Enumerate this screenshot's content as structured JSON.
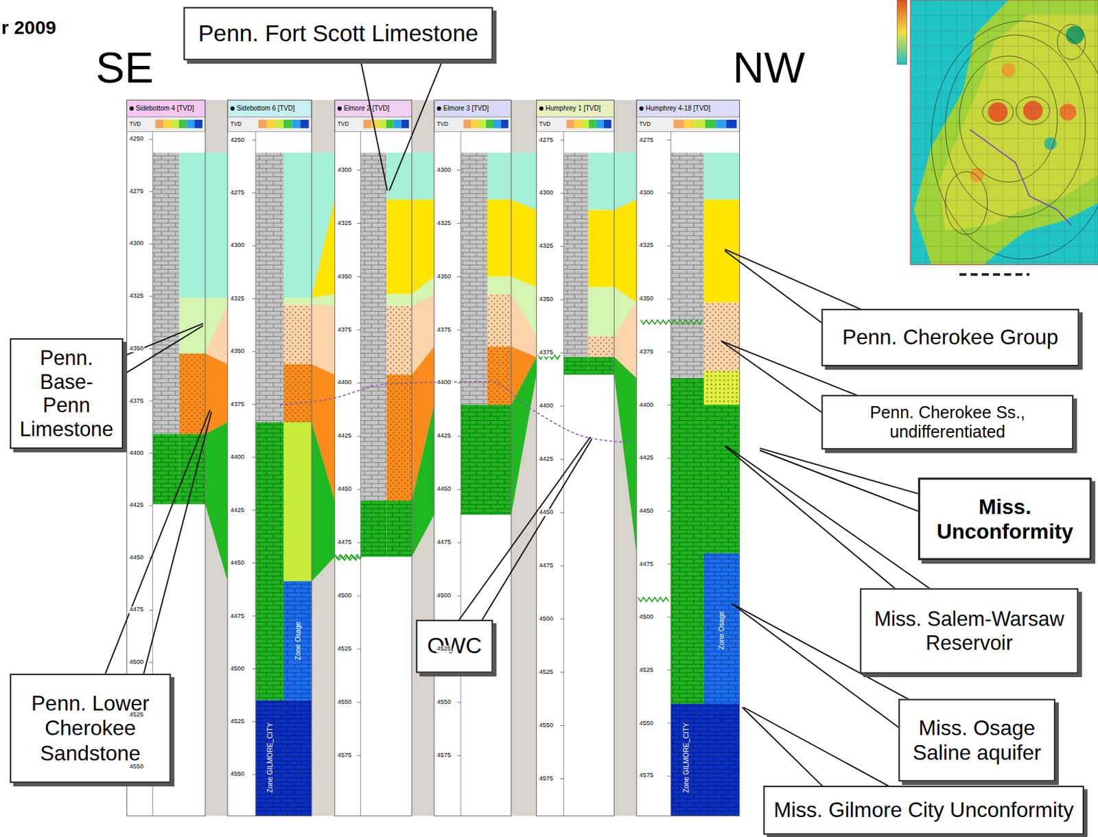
{
  "diagram": {
    "nodes": [
      {
        "text": [
          "Penn. Fort Scott Limestone"
        ]
      },
      {
        "text": [
          "Penn. Cherokee Group"
        ]
      },
      {
        "text": [
          "Penn. Base-Penn Limestone"
        ]
      },
      {
        "text": [
          "Penn. Cherokee Ss., undifferentiated"
        ]
      },
      {
        "text": [
          "Miss. Unconformity"
        ]
      },
      {
        "text": [
          "Miss. Salem-Warsaw Reservoir"
        ]
      },
      {
        "text": [
          "OWC"
        ]
      },
      {
        "text": [
          "Penn. Lower Cherokee Sandstone"
        ]
      },
      {
        "text": [
          "Miss. Osage Saline aquifer"
        ]
      },
      {
        "text": [
          "Miss.  Gilmore City Unconformity"
        ]
      }
    ],
    "labels": [
      "r 2009",
      "SE",
      "NW",
      "Sidebottom 4 [TVD]",
      "TVD",
      "4250",
      "4275",
      "4300",
      "4325",
      "4350",
      "4375",
      "4400",
      "4425",
      "4450",
      "4475",
      "4500",
      "4525",
      "4550",
      "Sidebottom 6 [TVD]",
      "TVD",
      "4250",
      "4275",
      "4300",
      "4325",
      "4350",
      "4375",
      "4400",
      "4425",
      "4450",
      "4475",
      "4500",
      "4525",
      "4550",
      "Zone Osage",
      "Zone GILMORE_CITY",
      "Elmore 2 [TVD]",
      "TVD",
      "4300",
      "4325",
      "4350",
      "4375",
      "4400",
      "4425",
      "4450",
      "4475",
      "4500",
      "4525",
      "4550",
      "4575",
      "Elmore 3 [TVD]",
      "TVD",
      "4300",
      "4325",
      "4350",
      "4375",
      "4400",
      "4425",
      "4450",
      "4475",
      "4500",
      "4525",
      "4550",
      "4575",
      "Humphrey 1 [TVD]",
      "TVD",
      "4275",
      "4300",
      "4325",
      "4350",
      "4375",
      "4400",
      "4425",
      "4450",
      "4475",
      "4500",
      "4525",
      "4550",
      "4575",
      "Humphrey 4-18 [TVD]",
      "TVD",
      "4275",
      "4300",
      "4325",
      "4350",
      "4375",
      "4400",
      "4425",
      "4450",
      "4475",
      "4500",
      "4525",
      "4550",
      "4575",
      "Zone Osage",
      "Zone GILMORE_CITY"
    ]
  }
}
